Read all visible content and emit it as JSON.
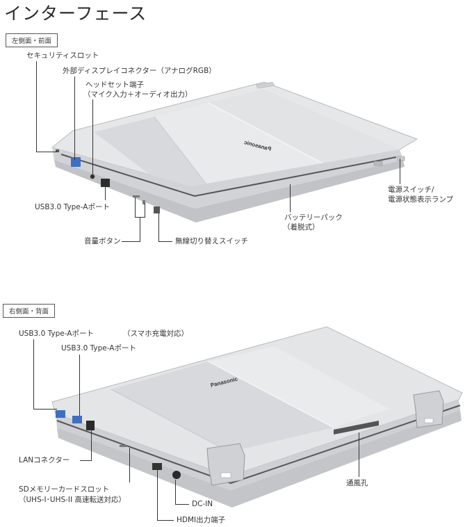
{
  "title": "インターフェース",
  "sections": [
    {
      "tag": "左側面・前面",
      "labels": {
        "security_slot": "セキュリティスロット",
        "external_display": "外部ディスプレイコネクター（アナログRGB）",
        "headset_line1": "ヘッドセット端子",
        "headset_line2": "（マイク入力＋オーディオ出力）",
        "usb": "USB3.0 Type-Aポート",
        "volume": "音量ボタン",
        "wireless": "無線切り替えスイッチ",
        "battery_line1": "バッテリーパック",
        "battery_line2": "（着脱式）",
        "power_line1": "電源スイッチ/",
        "power_line2": "電源状態表示ランプ"
      },
      "logo": "Panasonic"
    },
    {
      "tag": "右側面・背面",
      "labels": {
        "usb_charge": "USB3.0 Type-Aポート",
        "usb_charge_note": "（スマホ充電対応）",
        "usb": "USB3.0 Type-Aポート",
        "lan": "LANコネクター",
        "sd_line1": "SDメモリーカードスロット",
        "sd_line2": "（UHS-I･UHS-II 高速転送対応）",
        "dc_in": "DC-IN",
        "hdmi": "HDMI出力端子",
        "vent": "通風孔"
      },
      "logo": "Panasonic"
    }
  ],
  "colors": {
    "body_silver": "#d9dadc",
    "lid_light": "#e8e9eb",
    "port_blue": "#3f6fc0",
    "dark_edge": "#555555"
  }
}
